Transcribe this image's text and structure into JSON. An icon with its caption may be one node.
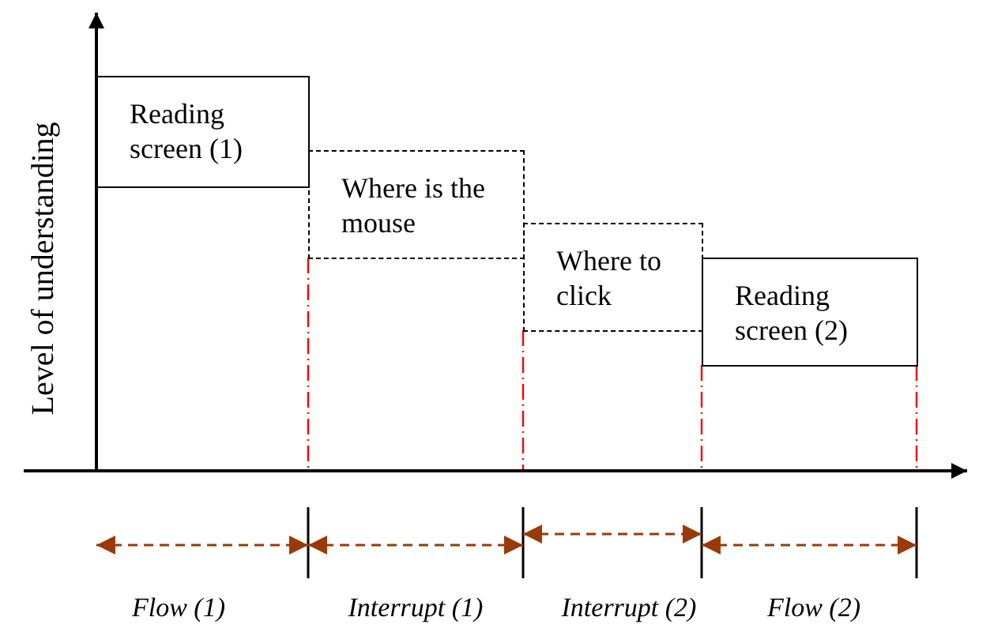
{
  "diagram": {
    "nodes": [
      {
        "text": [
          "Reading screen (1)"
        ]
      },
      {
        "text": [
          "Where is the mouse"
        ]
      },
      {
        "text": [
          "Where to click"
        ]
      },
      {
        "text": [
          "Reading screen (2)"
        ]
      }
    ],
    "labels": [
      "Level of understanding",
      "Flow (1)",
      "Interrupt (1)",
      "Interrupt (2)",
      "Flow (2)"
    ]
  }
}
